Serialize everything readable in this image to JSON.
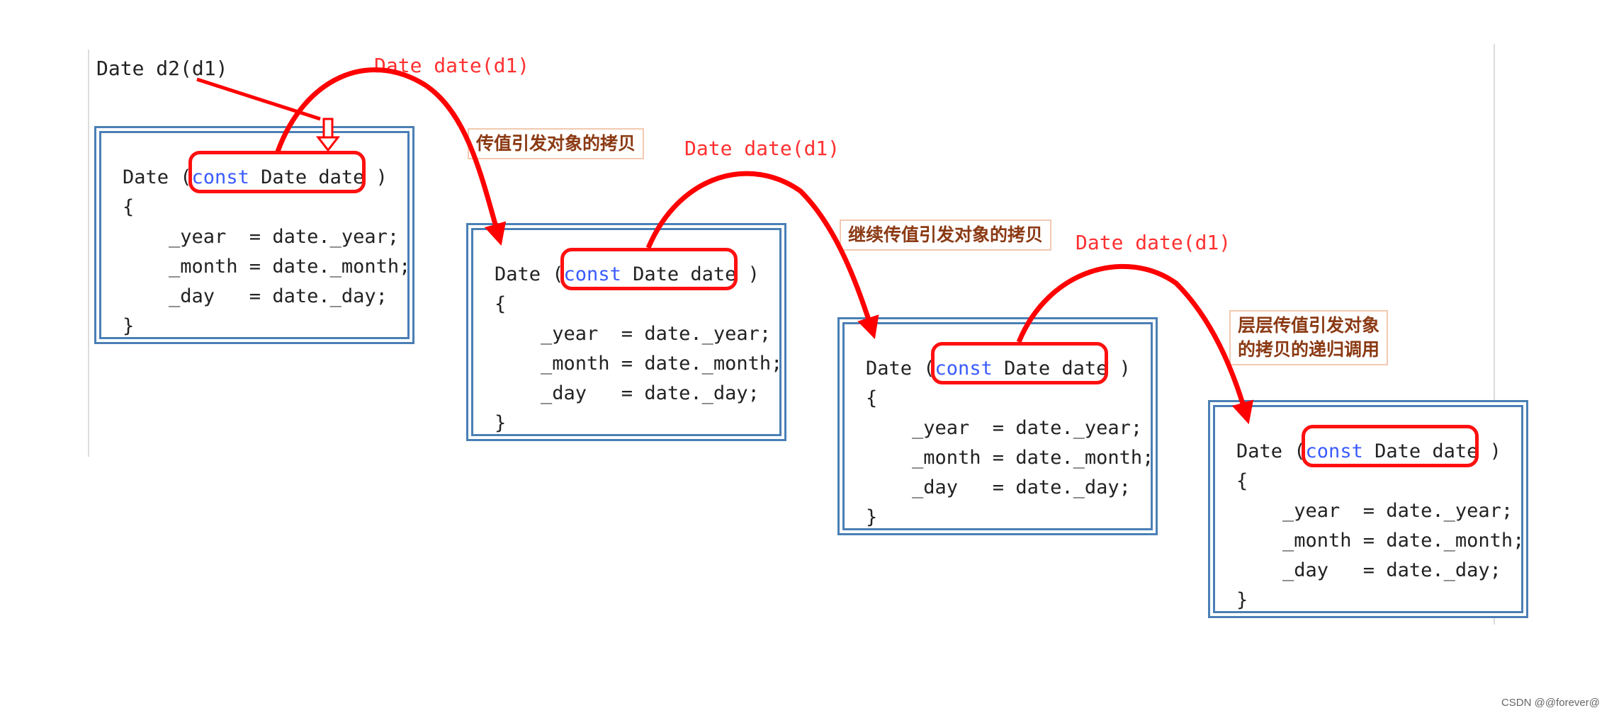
{
  "start_statement": "Date d2(d1)",
  "call_label": "Date date(d1)",
  "code": {
    "header_prefix": "Date (",
    "keyword": "const",
    "param": " Date date",
    "header_suffix": ")",
    "open_brace": "{",
    "line1": "    _year  = date._year;",
    "line2": "    _month = date._month;",
    "line3": "    _day   = date._day;",
    "close_brace": "}"
  },
  "notes": {
    "note1": "传值引发对象的拷贝",
    "note2": "继续传值引发对象的拷贝",
    "note3_line1": "层层传值引发对象",
    "note3_line2": "的拷贝的递归调用"
  },
  "credit": "CSDN @@forever@",
  "colors": {
    "arrow": "#ff0000",
    "frame": "#4a7fb5",
    "keyword": "#3a5bff",
    "note_text": "#8b3a14"
  }
}
